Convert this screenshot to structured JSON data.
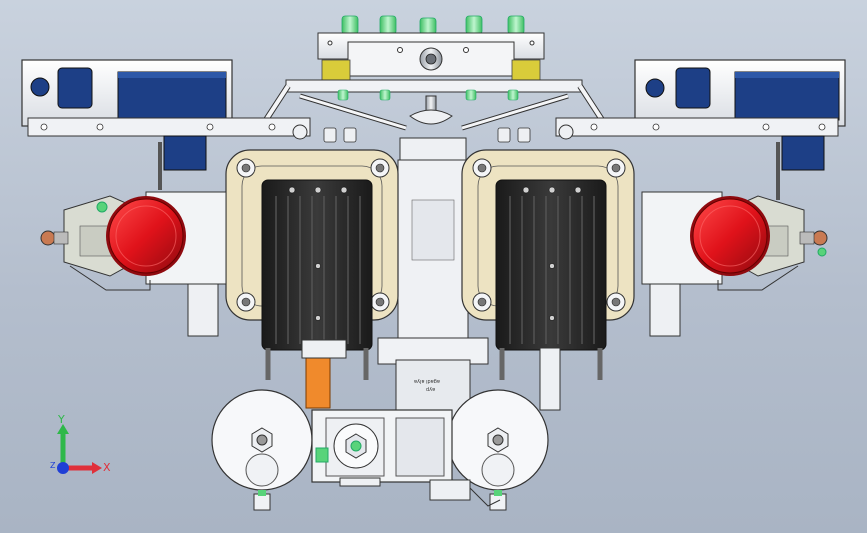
{
  "viewport": {
    "background_top": "#c9d2de",
    "background_bottom": "#a9b4c4"
  },
  "triad": {
    "x_label": "X",
    "y_label": "Y",
    "z_label": "Z",
    "x_color": "#e0303a",
    "y_color": "#2fb84a",
    "z_color": "#1f3fd6"
  },
  "part_stamp": {
    "line1": "agadi alya",
    "line2": "ayp"
  },
  "palette": {
    "frame_plate": "#eef0f3",
    "navy_block": "#1d3f86",
    "red_cap": "#e0121a",
    "heatsink": "#2a2a2a",
    "mount_plate": "#ede3c2",
    "green_bolt": "#58d37a",
    "yellow_block": "#d9cc3a",
    "orange_tab": "#f08a2c"
  }
}
